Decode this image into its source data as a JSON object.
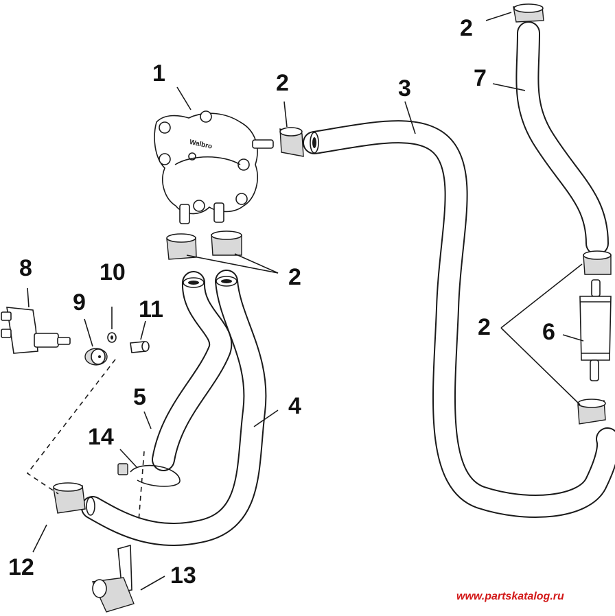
{
  "callouts": {
    "c1": "1",
    "c2_top_right": "2",
    "c2_pump": "2",
    "c3": "3",
    "c7": "7",
    "c2_clamps": "2",
    "c8": "8",
    "c10": "10",
    "c9": "9",
    "c11": "11",
    "c2_filter": "2",
    "c6": "6",
    "c5": "5",
    "c4": "4",
    "c14": "14",
    "c12": "12",
    "c13": "13"
  },
  "pump_brand": "Walbro",
  "watermark": "www.partskatalog.ru",
  "colors": {
    "line": "#1a1a1a",
    "watermark": "#d21818"
  }
}
